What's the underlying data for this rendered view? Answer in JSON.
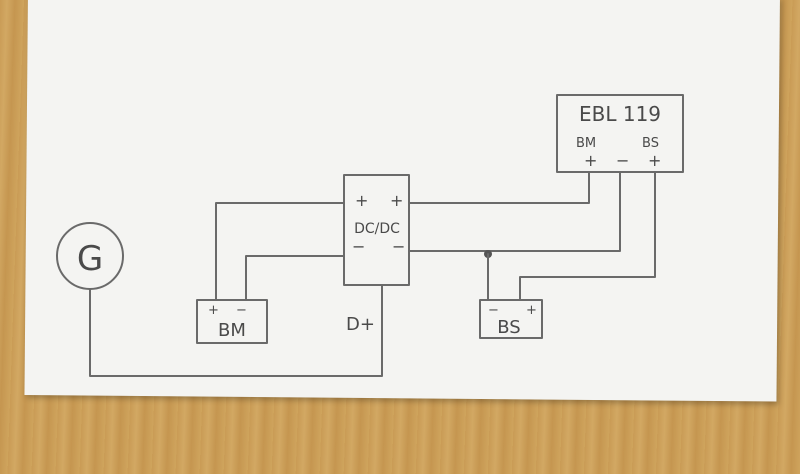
{
  "diagram": {
    "generator": {
      "symbol": "G"
    },
    "dcdc": {
      "label": "DC/DC",
      "plus_left": "+",
      "plus_right": "+",
      "minus_left": "−",
      "minus_right": "−"
    },
    "ebl": {
      "title": "EBL 119",
      "bm_label": "BM",
      "bs_label": "BS",
      "bm_plus": "+",
      "minus": "−",
      "bs_plus": "+"
    },
    "battery_bm": {
      "label": "BM",
      "plus": "+",
      "minus": "−"
    },
    "battery_bs": {
      "label": "BS",
      "plus": "+",
      "minus": "−"
    },
    "d_plus": {
      "label": "D+"
    }
  }
}
